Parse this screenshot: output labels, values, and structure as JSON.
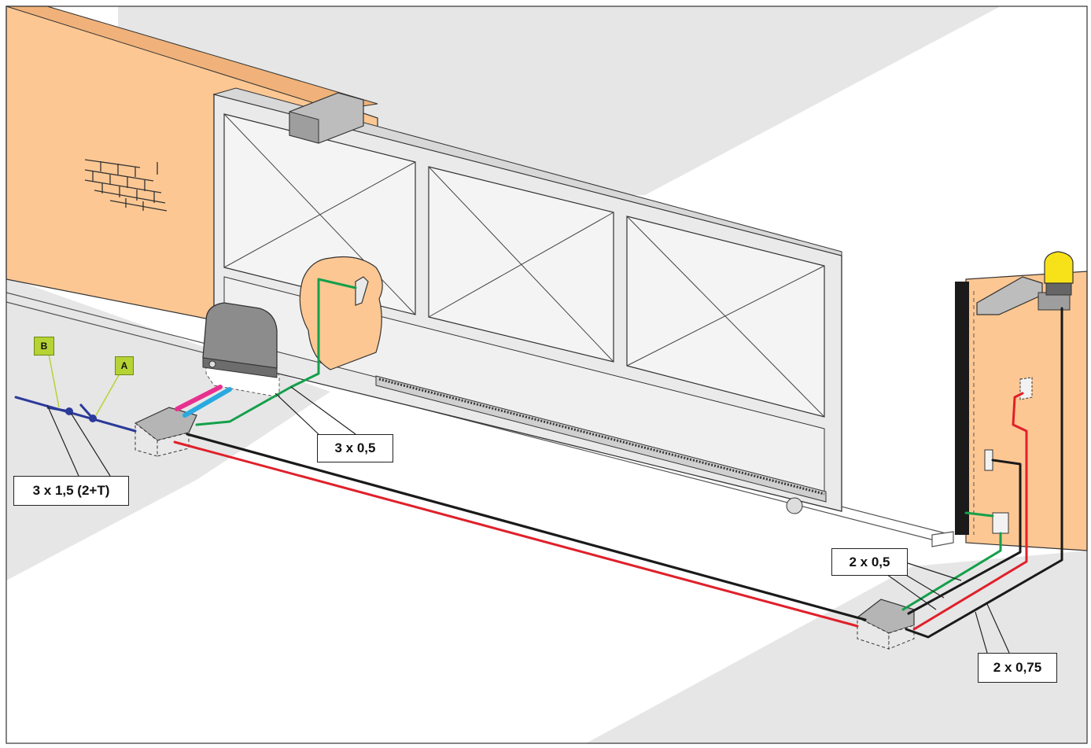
{
  "colors": {
    "wall": "#fdc793",
    "ground": "#e6e6e6",
    "gate_frame": "#eaeaea",
    "wire_power": "#2b3a9a",
    "wire_green": "#14a04a",
    "wire_red": "#e0202a",
    "wire_black": "#1a1a1a",
    "wire_magenta": "#e8308f",
    "wire_cyan": "#29a9e0",
    "lamp": "#f7e21a",
    "tag_fill": "#b5d334"
  },
  "markers": {
    "a": "A",
    "b": "B"
  },
  "cable_labels": {
    "mains": "3 x 1,5 (2+T)",
    "photocell_gate": "3 x 0,5",
    "photocells_post": "2 x 0,5",
    "lamp": "2 x 0,75"
  }
}
